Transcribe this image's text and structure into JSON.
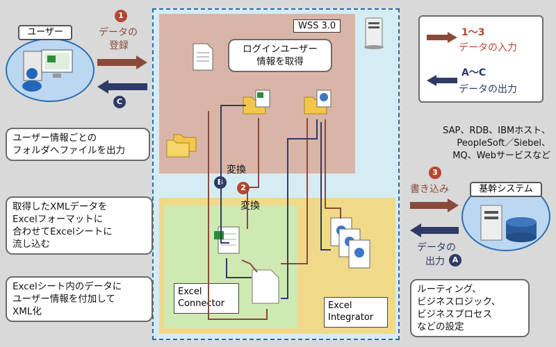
{
  "user_box": {
    "label": "ユーザー"
  },
  "step1": {
    "num": "1",
    "line1": "データの",
    "line2": "登録"
  },
  "stepC_left": {
    "num": "C"
  },
  "wss": {
    "label": "WSS 3.0"
  },
  "login_callout": {
    "line1": "ログインユーザー",
    "line2": "情報を取得"
  },
  "folder_callout": {
    "line1": "ユーザー情報ごとの",
    "line2": "フォルダへファイルを出力"
  },
  "xml_callout": {
    "line1": "取得したXMLデータを",
    "line2": "Excelフォーマットに",
    "line3": "合わせてExcelシートに",
    "line4": "流し込む"
  },
  "excel_xml_callout": {
    "line1": "Excelシート内のデータに",
    "line2": "ユーザー情報を付加して",
    "line3": "XML化"
  },
  "convert_B": {
    "num": "B",
    "label": "変換"
  },
  "convert_2": {
    "num": "2",
    "label": "変換"
  },
  "connector": {
    "line1": "Excel",
    "line2": "Connector"
  },
  "integrator": {
    "line1": "Excel",
    "line2": "Integrator"
  },
  "routing_callout": {
    "line1": "ルーティング、",
    "line2": "ビジネスロジック、",
    "line3": "ビジネスプロセス",
    "line4": "などの設定"
  },
  "legend": {
    "in_range": "1～3",
    "in_label": "データの入力",
    "out_range": "A～C",
    "out_label": "データの出力"
  },
  "systems_list": {
    "line1": "SAP、RDB、IBMホスト、",
    "line2": "PeopleSoft／Siebel、",
    "line3": "MQ、Webサービスなど"
  },
  "step3": {
    "num": "3",
    "label": "書き込み"
  },
  "core_system": {
    "label": "基幹システム"
  },
  "stepA": {
    "line1": "データの",
    "line2": "出力",
    "num": "A"
  },
  "colors": {
    "input": "#8a4a3a",
    "output": "#2f3a66",
    "wss_bg": "#d6ecf5",
    "brown_zone": "#d9b5a8",
    "yellow_zone": "#f1d98a",
    "green_zone": "#cfe9b3"
  }
}
